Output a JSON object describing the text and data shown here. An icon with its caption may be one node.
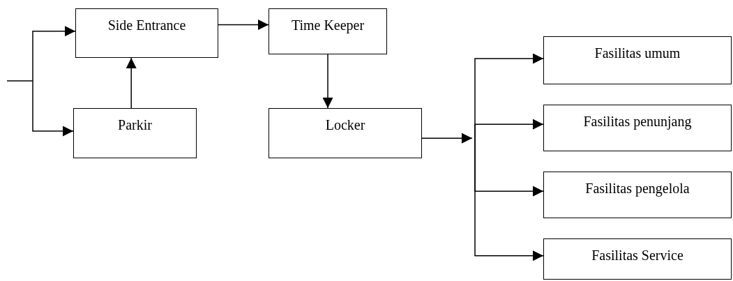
{
  "diagram": {
    "nodes": [
      {
        "text": [
          "Side Entrance"
        ]
      },
      {
        "text": [
          "Time Keeper"
        ]
      },
      {
        "text": [
          "Parkir"
        ]
      },
      {
        "text": [
          "Locker"
        ]
      },
      {
        "text": [
          "Fasilitas umum"
        ]
      },
      {
        "text": [
          "Fasilitas penunjang"
        ]
      },
      {
        "text": [
          "Fasilitas pengelola"
        ]
      },
      {
        "text": [
          "Fasilitas Service"
        ]
      }
    ],
    "edges": [
      {
        "from": null,
        "to": 0,
        "arrow": "to"
      },
      {
        "from": null,
        "to": 2,
        "arrow": "to"
      },
      {
        "from": 2,
        "to": 0,
        "arrow": "to"
      },
      {
        "from": 0,
        "to": 1,
        "arrow": "to"
      },
      {
        "from": 1,
        "to": 3,
        "arrow": "to"
      },
      {
        "from": 3,
        "to": 4,
        "arrow": "to"
      },
      {
        "from": 3,
        "to": 5,
        "arrow": "to"
      },
      {
        "from": 3,
        "to": 6,
        "arrow": "to"
      },
      {
        "from": 3,
        "to": 7,
        "arrow": "to"
      }
    ]
  }
}
